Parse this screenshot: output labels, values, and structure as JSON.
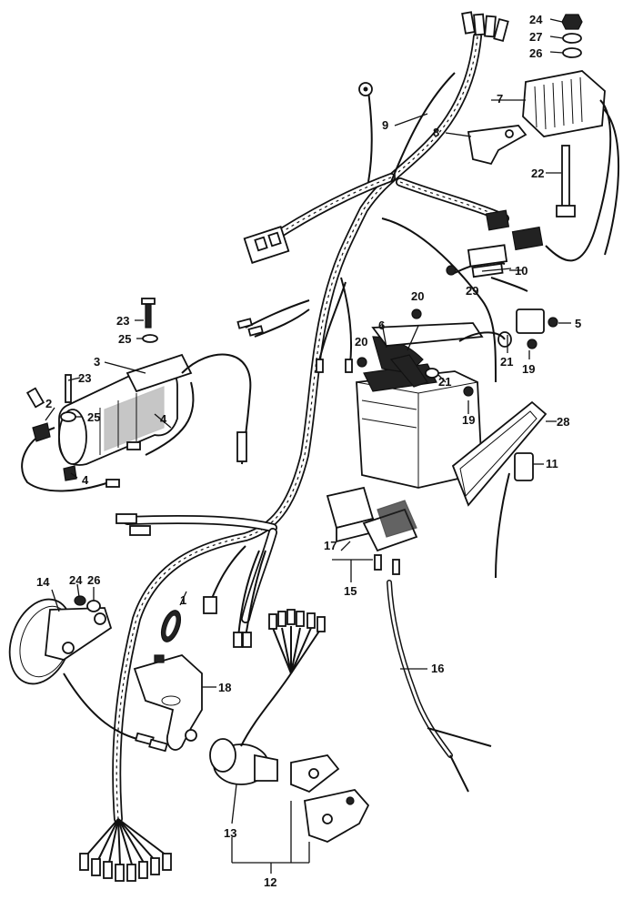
{
  "diagram": {
    "callouts": [
      {
        "id": "c1",
        "text": "1"
      },
      {
        "id": "c2",
        "text": "2"
      },
      {
        "id": "c3",
        "text": "3"
      },
      {
        "id": "c4a",
        "text": "4"
      },
      {
        "id": "c4b",
        "text": "4"
      },
      {
        "id": "c5",
        "text": "5"
      },
      {
        "id": "c6",
        "text": "6"
      },
      {
        "id": "c7",
        "text": "7"
      },
      {
        "id": "c8",
        "text": "8"
      },
      {
        "id": "c9",
        "text": "9"
      },
      {
        "id": "c10",
        "text": "10"
      },
      {
        "id": "c11",
        "text": "11"
      },
      {
        "id": "c12",
        "text": "12"
      },
      {
        "id": "c13",
        "text": "13"
      },
      {
        "id": "c14",
        "text": "14"
      },
      {
        "id": "c15",
        "text": "15"
      },
      {
        "id": "c16",
        "text": "16"
      },
      {
        "id": "c17",
        "text": "17"
      },
      {
        "id": "c18",
        "text": "18"
      },
      {
        "id": "c19a",
        "text": "19"
      },
      {
        "id": "c19b",
        "text": "19"
      },
      {
        "id": "c20a",
        "text": "20"
      },
      {
        "id": "c20b",
        "text": "20"
      },
      {
        "id": "c21a",
        "text": "21"
      },
      {
        "id": "c21b",
        "text": "21"
      },
      {
        "id": "c22",
        "text": "22"
      },
      {
        "id": "c23a",
        "text": "23"
      },
      {
        "id": "c23b",
        "text": "23"
      },
      {
        "id": "c24a",
        "text": "24"
      },
      {
        "id": "c24b",
        "text": "24"
      },
      {
        "id": "c25a",
        "text": "25"
      },
      {
        "id": "c25b",
        "text": "25"
      },
      {
        "id": "c26a",
        "text": "26"
      },
      {
        "id": "c26b",
        "text": "26"
      },
      {
        "id": "c27",
        "text": "27"
      },
      {
        "id": "c28",
        "text": "28"
      },
      {
        "id": "c29",
        "text": "29"
      }
    ]
  }
}
